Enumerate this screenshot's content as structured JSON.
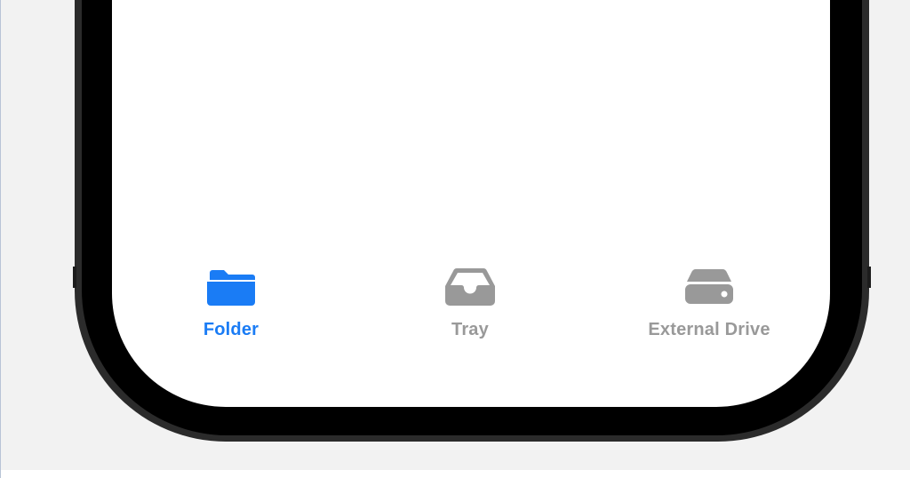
{
  "colors": {
    "selected": "#1a7cf5",
    "unselected": "#999999",
    "backdrop": "#f2f2f2",
    "bezel": "#000000"
  },
  "tab_bar": {
    "selected_index": 0,
    "tabs": [
      {
        "label": "Folder",
        "icon": "folder-icon"
      },
      {
        "label": "Tray",
        "icon": "tray-icon"
      },
      {
        "label": "External Drive",
        "icon": "external-drive-icon"
      }
    ]
  }
}
